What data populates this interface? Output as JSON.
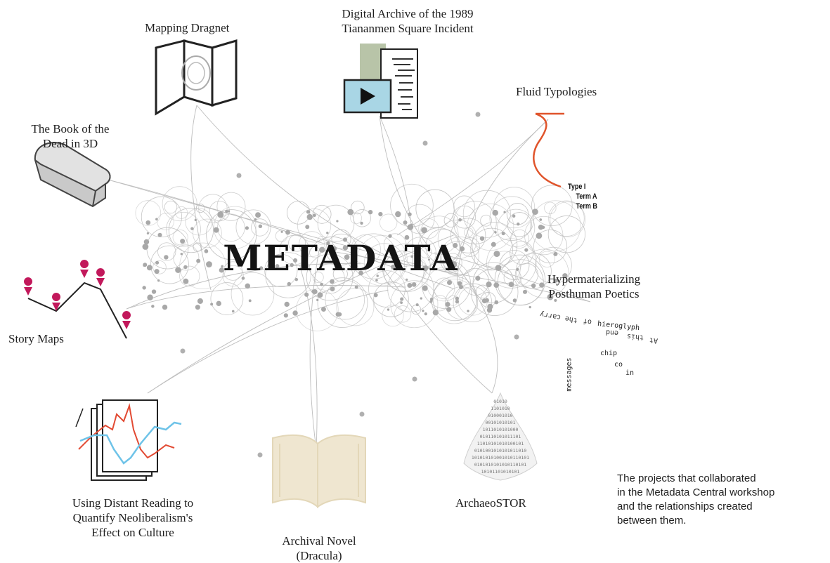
{
  "center": {
    "title": "METADATA"
  },
  "projects": {
    "mapping_dragnet": {
      "label": "Mapping Dragnet"
    },
    "tiananmen": {
      "line1": "Digital Archive of the 1989",
      "line2": "Tiananmen Square Incident"
    },
    "fluid_typologies": {
      "label": "Fluid Typologies",
      "type": "Type I",
      "term_a": "Term A",
      "term_b": "Term B"
    },
    "book_of_dead": {
      "line1": "The Book of the",
      "line2": "Dead in 3D"
    },
    "hypermaterializing": {
      "line1": "Hypermaterializing",
      "line2": "Posthuman Poetics",
      "words": {
        "carry": "the carry",
        "of": "of",
        "hieroglyph": "hieroglyph",
        "end": "end",
        "this": "this",
        "at": "At",
        "chip": "chip",
        "co": "co",
        "in": "in",
        "messages": "messages"
      }
    },
    "story_maps": {
      "label": "Story Maps"
    },
    "distant_reading": {
      "line1": "Using Distant Reading to",
      "line2": "Quantify Neoliberalism's",
      "line3": "Effect on Culture"
    },
    "archival_novel": {
      "line1": "Archival Novel",
      "line2": "(Dracula)"
    },
    "archaeostor": {
      "label": "ArchaeoSTOR"
    }
  },
  "caption": {
    "line1": "The projects that collaborated",
    "line2": "in the Metadata Central workshop",
    "line3": "and the relationships created",
    "line4": "between them."
  },
  "colors": {
    "network": "#bdbdbd",
    "story_pin": "#c2185b",
    "fluid_curve": "#e0542b",
    "video_box": "#a9d6e5",
    "archive_green": "#b8c4a8",
    "chart_red": "#e24a33",
    "chart_blue": "#6ec3e8",
    "book": "#efe6d0"
  }
}
